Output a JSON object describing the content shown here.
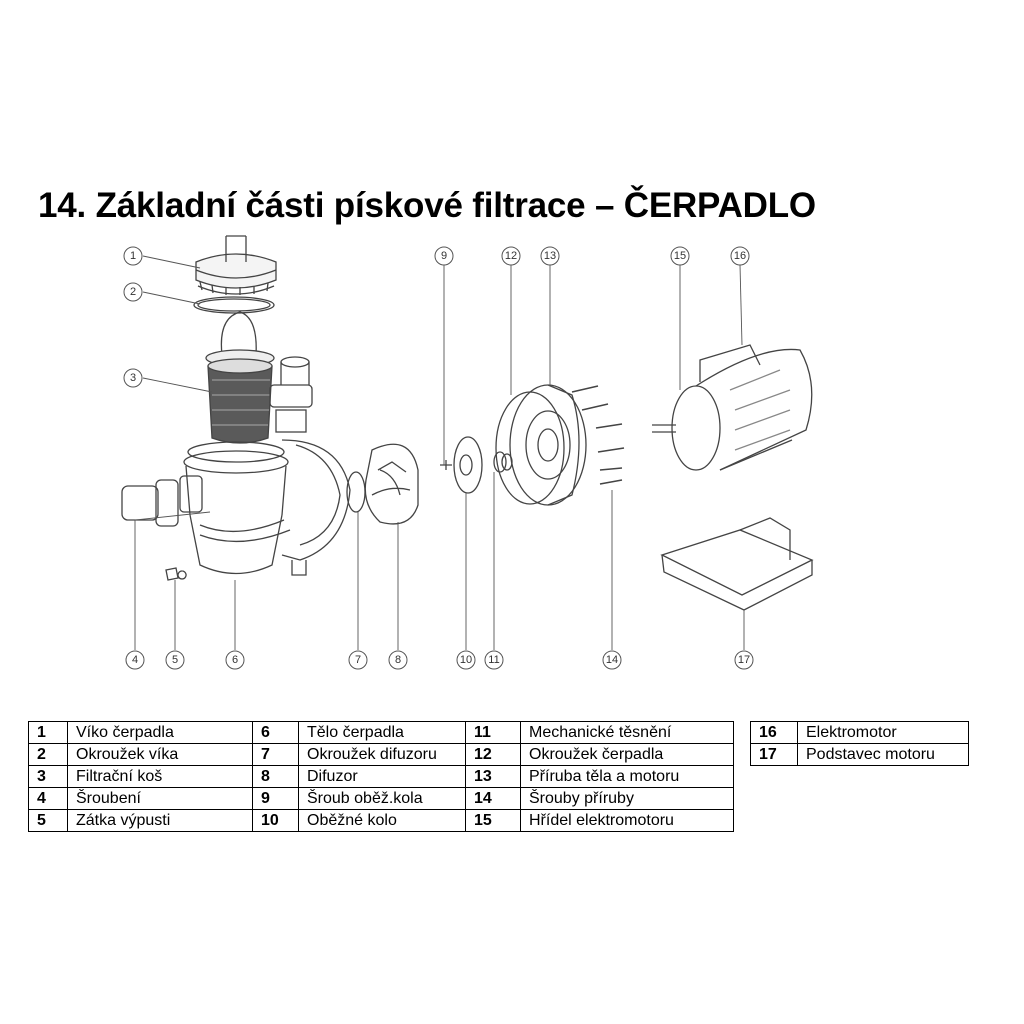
{
  "title": "14. Základní části pískové filtrace – ČERPADLO",
  "callouts": [
    "1",
    "2",
    "3",
    "4",
    "5",
    "6",
    "7",
    "8",
    "9",
    "10",
    "11",
    "12",
    "13",
    "14",
    "15",
    "16",
    "17"
  ],
  "parts": [
    {
      "num": "1",
      "name": "Víko čerpadla"
    },
    {
      "num": "2",
      "name": "Okroužek víka"
    },
    {
      "num": "3",
      "name": "Filtrační koš"
    },
    {
      "num": "4",
      "name": "Šroubení"
    },
    {
      "num": "5",
      "name": "Zátka výpusti"
    },
    {
      "num": "6",
      "name": "Tělo čerpadla"
    },
    {
      "num": "7",
      "name": "Okroužek difuzoru"
    },
    {
      "num": "8",
      "name": "Difuzor"
    },
    {
      "num": "9",
      "name": "Šroub oběž.kola"
    },
    {
      "num": "10",
      "name": "Oběžné kolo"
    },
    {
      "num": "11",
      "name": "Mechanické těsnění"
    },
    {
      "num": "12",
      "name": "Okroužek čerpadla"
    },
    {
      "num": "13",
      "name": "Příruba těla a motoru"
    },
    {
      "num": "14",
      "name": "Šrouby příruby"
    },
    {
      "num": "15",
      "name": "Hřídel elektromotoru"
    },
    {
      "num": "16",
      "name": "Elektromotor"
    },
    {
      "num": "17",
      "name": "Podstavec motoru"
    }
  ]
}
